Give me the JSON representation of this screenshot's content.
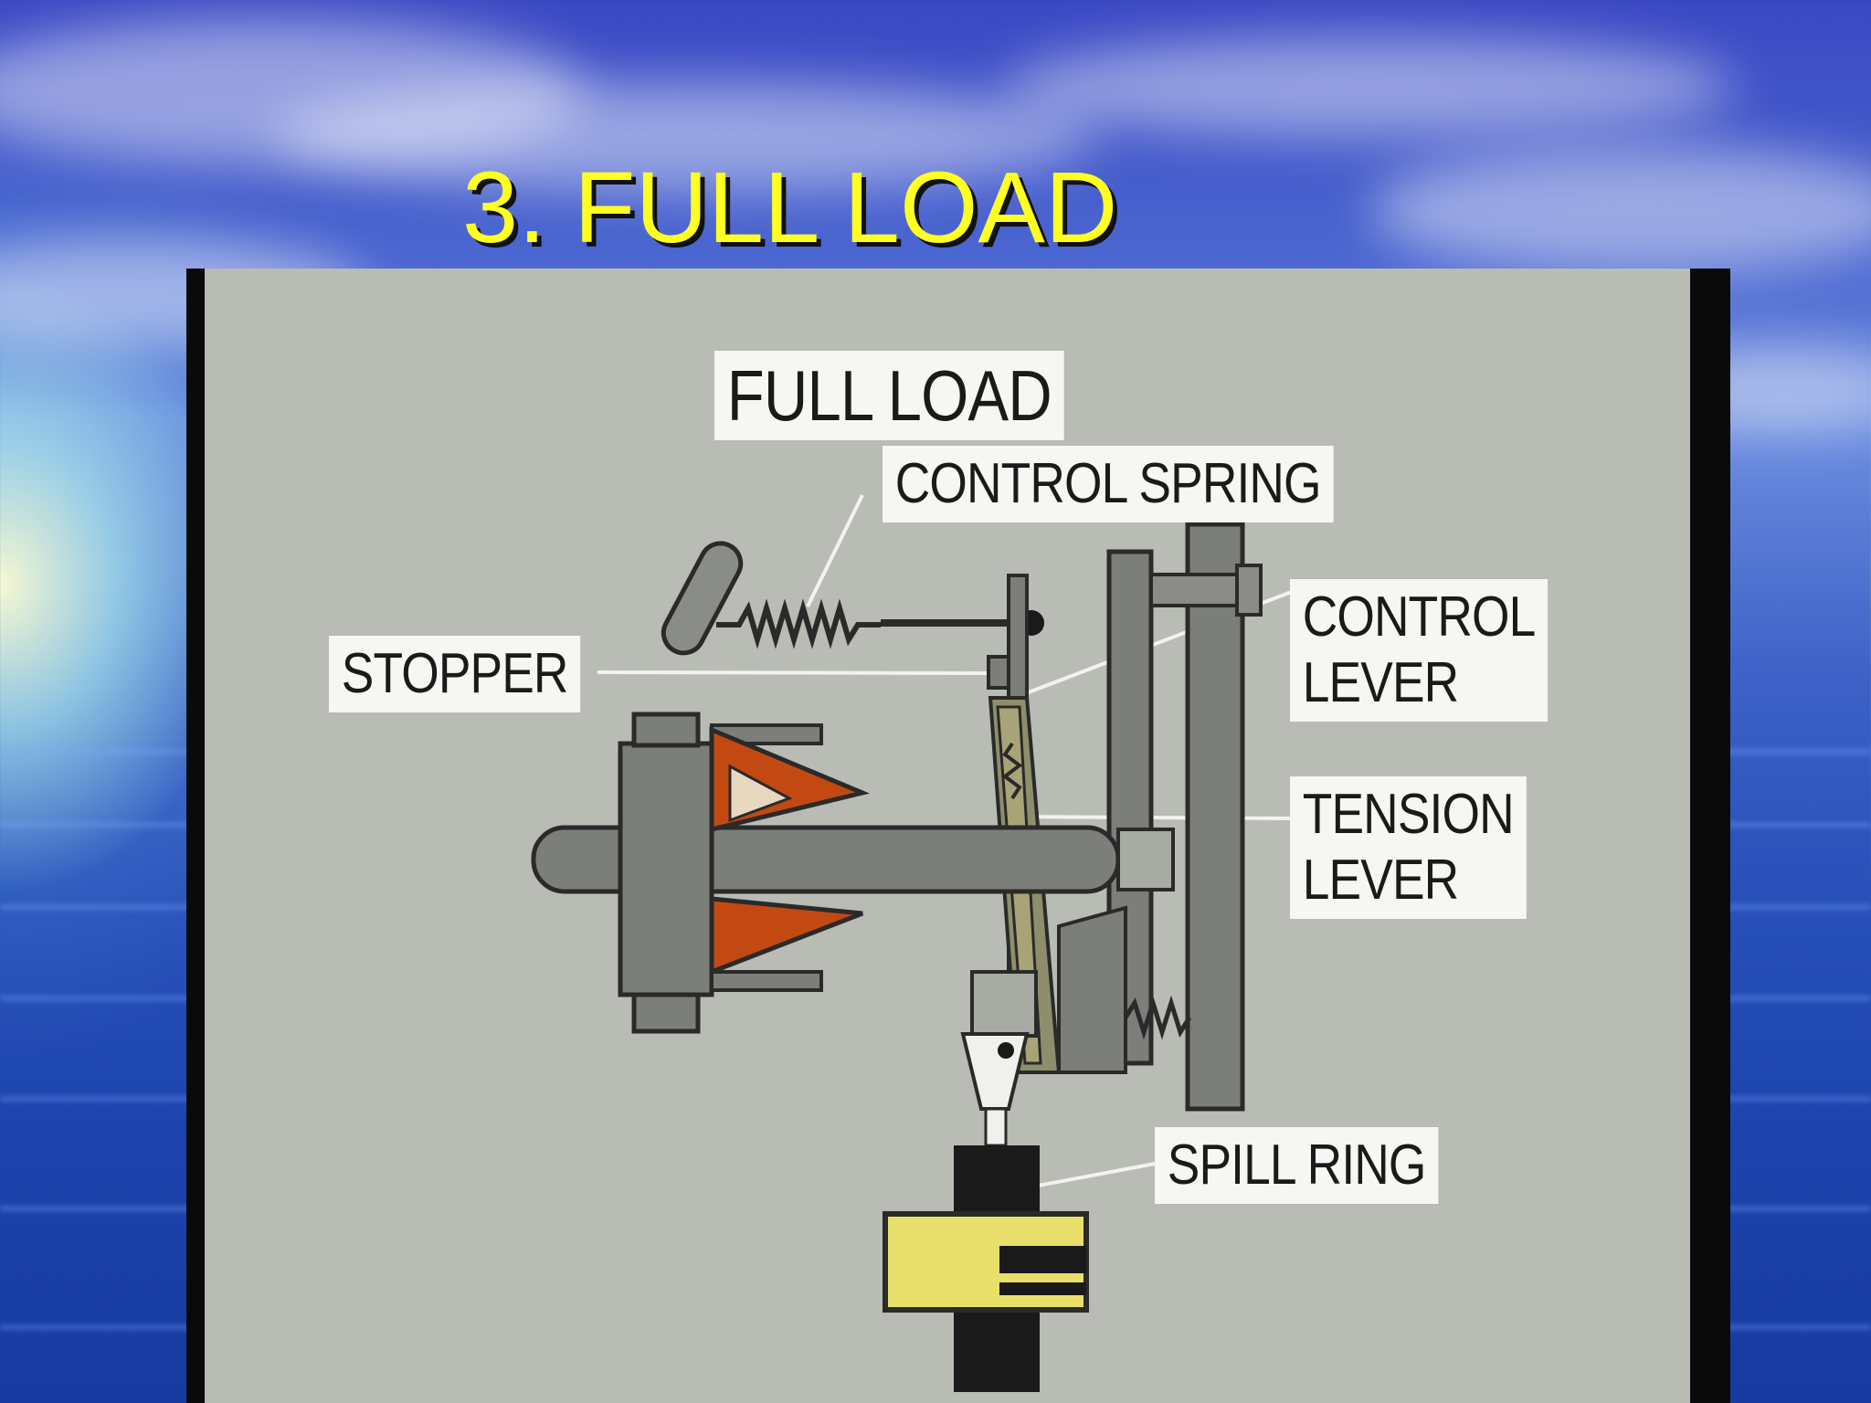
{
  "slide": {
    "title": "3. FULL LOAD"
  },
  "diagram": {
    "heading": "FULL LOAD",
    "labels": {
      "control_spring": "CONTROL SPRING",
      "stopper": "STOPPER",
      "control_lever_line1": "CONTROL",
      "control_lever_line2": "LEVER",
      "tension_lever_line1": "TENSION",
      "tension_lever_line2": "LEVER",
      "spill_ring": "SPILL RING"
    }
  },
  "colors": {
    "title_text": "#ffff22",
    "panel_bg": "#b8bcb4",
    "weights": "#c24a12",
    "spill_ring": "#e8e06a",
    "metal": "#7c7e7a"
  }
}
